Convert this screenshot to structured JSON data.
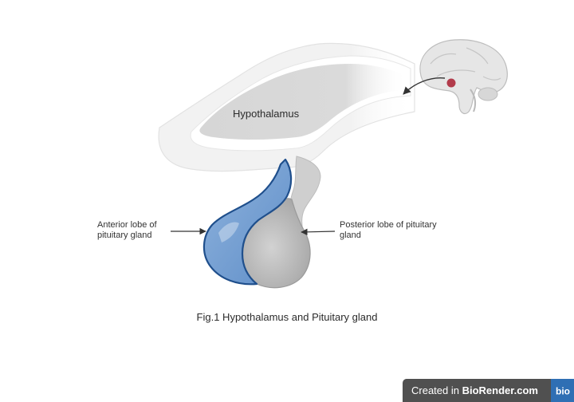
{
  "diagram": {
    "hypothalamus_label": "Hypothalamus",
    "anterior_label": "Anterior lobe of\npituitary gland",
    "posterior_label": "Posterior lobe of pituitary\ngland",
    "caption": "Fig.1 Hypothalamus and Pituitary gland"
  },
  "watermark": {
    "prefix": "Created in ",
    "brand": "BioRender.com",
    "badge": "bio"
  },
  "colors": {
    "anterior_fill": "#6f9bd0",
    "anterior_outline": "#1f4f8c",
    "posterior_fill": "#b9b9b9",
    "tissue_light": "#f1f1f1",
    "tissue_mid": "#d9d9d9",
    "brain_region_highlight": "#b23b4b",
    "watermark_bg": "#505050",
    "badge_bg": "#2f6fb4"
  },
  "icons": {
    "brain_inset": "brain-sagittal-icon",
    "arrow": "curved-arrow-icon"
  }
}
